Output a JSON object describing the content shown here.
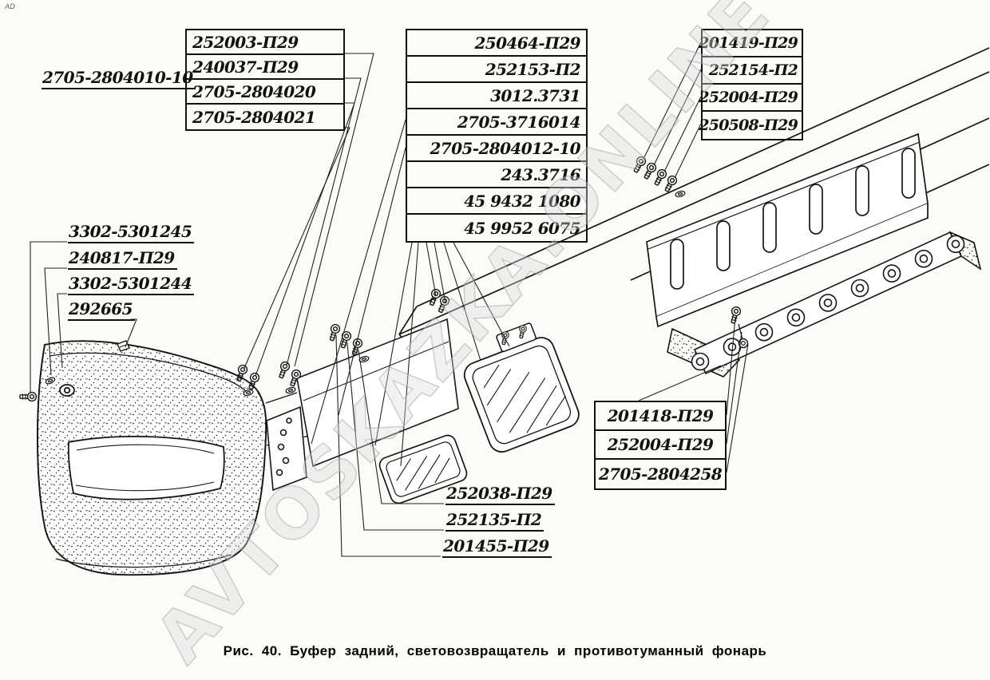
{
  "meta": {
    "corner_mark": "AD",
    "watermark": "AVTOSKAZKA.ONLINE",
    "caption": "Рис. 40. Буфер задний, световозвращатель и противотуманный фонарь"
  },
  "callouts": {
    "assembly": {
      "text": "2705-2804010-10"
    },
    "box_top_left": {
      "items": [
        {
          "text": "252003-П29"
        },
        {
          "text": "240037-П29"
        },
        {
          "text": "2705-2804020"
        },
        {
          "text": "2705-2804021"
        }
      ]
    },
    "box_top_middle": {
      "items": [
        {
          "text": "250464-П29"
        },
        {
          "text": "252153-П2"
        },
        {
          "text": "3012.3731"
        },
        {
          "text": "2705-3716014"
        },
        {
          "text": "2705-2804012-10"
        },
        {
          "text": "243.3716"
        },
        {
          "text": "45 9432 1080"
        },
        {
          "text": "45 9952 6075"
        }
      ]
    },
    "box_top_right": {
      "items": [
        {
          "text": "201419-П29"
        },
        {
          "text": "252154-П2"
        },
        {
          "text": "252004-П29"
        },
        {
          "text": "250508-П29"
        }
      ]
    },
    "left_stack": {
      "items": [
        {
          "text": "3302-5301245"
        },
        {
          "text": "240817-П29"
        },
        {
          "text": "3302-5301244"
        },
        {
          "text": "292665"
        }
      ]
    },
    "box_right_middle": {
      "items": [
        {
          "text": "201418-П29"
        },
        {
          "text": "252004-П29"
        },
        {
          "text": "2705-2804258"
        }
      ]
    },
    "bottom_stack": {
      "items": [
        {
          "text": "252038-П29"
        },
        {
          "text": "252135-П2"
        },
        {
          "text": "201455-П29"
        }
      ]
    }
  }
}
